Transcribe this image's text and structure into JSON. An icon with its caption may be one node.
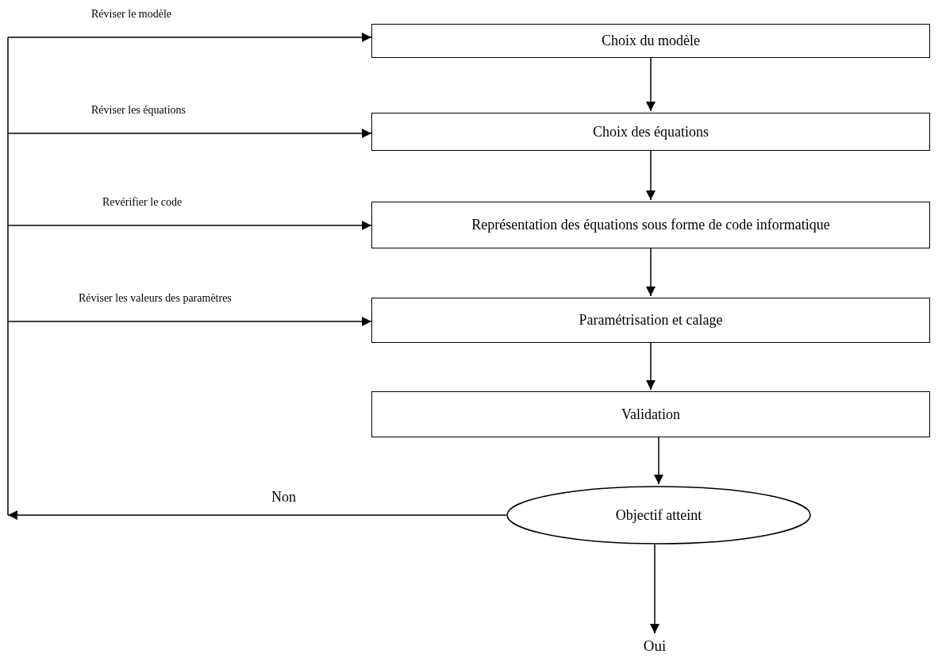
{
  "diagram": {
    "nodes": [
      {
        "text": [
          "Choix du modèle"
        ]
      },
      {
        "text": [
          "Choix des équations"
        ]
      },
      {
        "text": [
          "Représentation des équations sous forme de code informatique"
        ]
      },
      {
        "text": [
          "Paramétrisation et calage"
        ]
      },
      {
        "text": [
          "Validation"
        ]
      },
      {
        "text": [
          "Objectif atteint"
        ]
      },
      {
        "text": [
          "Oui"
        ]
      }
    ],
    "edges": [
      {
        "from": 0,
        "to": 1,
        "arrow": "to"
      },
      {
        "from": 1,
        "to": 2,
        "arrow": "to"
      },
      {
        "from": 2,
        "to": 3,
        "arrow": "to"
      },
      {
        "from": 3,
        "to": 4,
        "arrow": "to"
      },
      {
        "from": 4,
        "to": 5,
        "arrow": "to"
      },
      {
        "from": 5,
        "to": 6,
        "arrow": "to"
      },
      {
        "from": 5,
        "to": null,
        "arrow": "to",
        "label": "Non"
      },
      {
        "from": null,
        "to": 0,
        "arrow": "to",
        "label": "Réviser le modèle"
      },
      {
        "from": null,
        "to": 1,
        "arrow": "to",
        "label": "Réviser les équations"
      },
      {
        "from": null,
        "to": 2,
        "arrow": "to",
        "label": "Revérifier le code"
      },
      {
        "from": null,
        "to": 3,
        "arrow": "to",
        "label": "Réviser les valeurs des paramètres"
      }
    ]
  }
}
